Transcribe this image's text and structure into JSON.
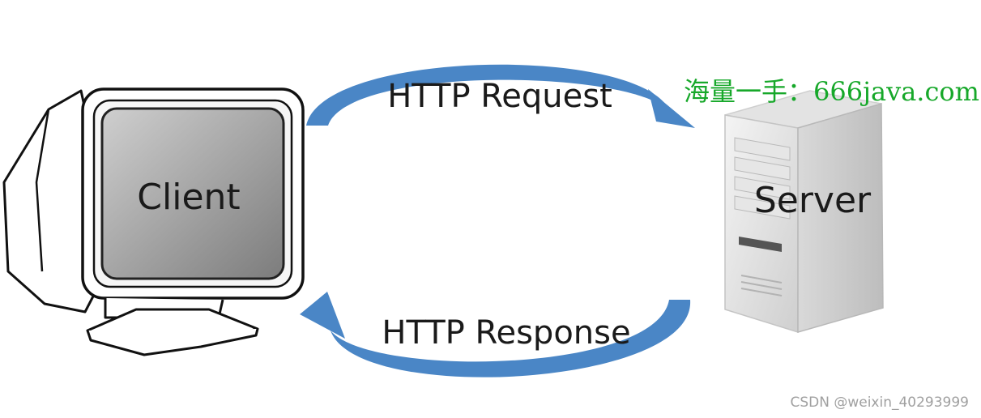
{
  "nodes": {
    "client": {
      "label": "Client"
    },
    "server": {
      "label": "Server"
    }
  },
  "edges": {
    "request": {
      "label": "HTTP Request",
      "from": "client",
      "to": "server"
    },
    "response": {
      "label": "HTTP Response",
      "from": "server",
      "to": "client"
    }
  },
  "watermarks": {
    "top": "海量一手：666java.com",
    "bottom": "CSDN @weixin_40293999"
  },
  "colors": {
    "arrow": "#4a86c6",
    "watermark_top": "#17a82a",
    "watermark_bottom": "#a0a0a0"
  }
}
